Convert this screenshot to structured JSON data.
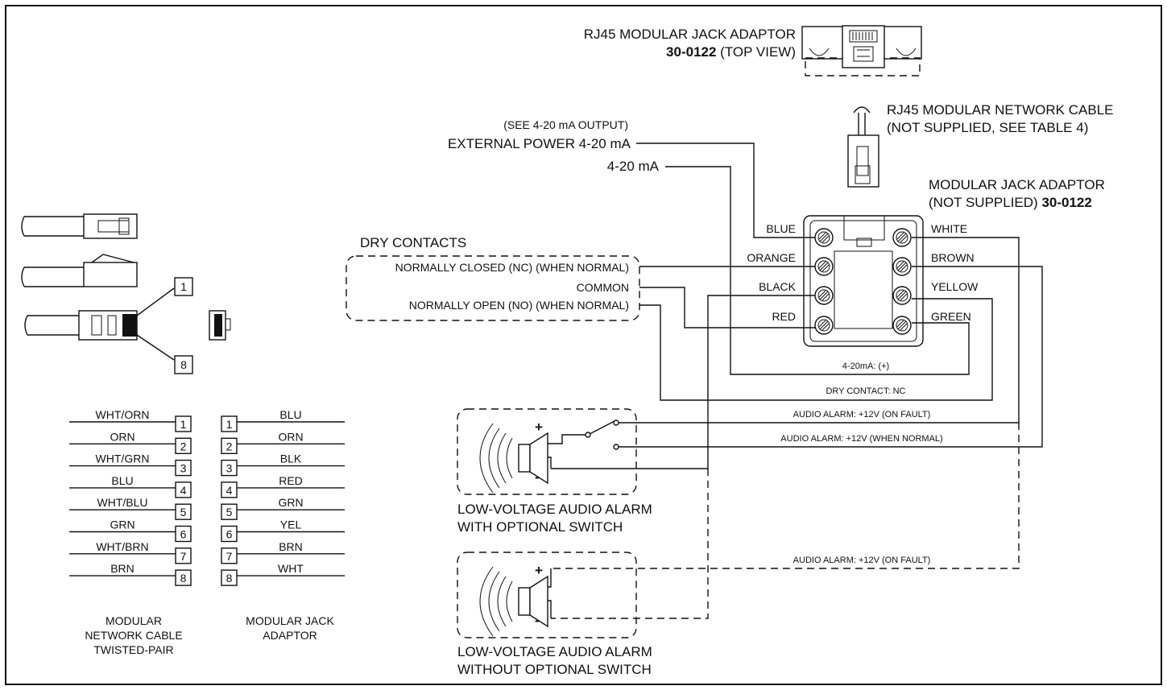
{
  "top_adaptor": {
    "title": "RJ45 MODULAR JACK ADAPTOR",
    "part": "30-0122",
    "view": "(TOP VIEW)"
  },
  "network_cable": {
    "line1": "RJ45 MODULAR NETWORK CABLE",
    "line2": "(NOT SUPPLIED, SEE TABLE 4)"
  },
  "jack_adaptor": {
    "line1": "MODULAR JACK ADAPTOR",
    "line2": "(NOT SUPPLIED)",
    "part": "30-0122"
  },
  "inputs": {
    "see_note": "(SEE 4-20 mA OUTPUT)",
    "external_power": "EXTERNAL POWER 4-20 mA",
    "ma": "4-20 mA"
  },
  "dry_contacts": {
    "title": "DRY CONTACTS",
    "nc": "NORMALLY CLOSED (NC) (WHEN NORMAL)",
    "common": "COMMON",
    "no": "NORMALLY OPEN (NO) (WHEN NORMAL)"
  },
  "terminals": {
    "left": [
      "BLUE",
      "ORANGE",
      "BLACK",
      "RED"
    ],
    "right": [
      "WHITE",
      "BROWN",
      "YELLOW",
      "GREEN"
    ]
  },
  "wire_labels": {
    "ma_plus": "4-20mA: (+)",
    "dry_nc": "DRY CONTACT: NC",
    "alarm_fault": "AUDIO ALARM: +12V (ON FAULT)",
    "alarm_normal": "AUDIO ALARM: +12V (WHEN NORMAL)",
    "alarm_fault2": "AUDIO ALARM: +12V (ON FAULT)"
  },
  "alarm1": {
    "line1": "LOW-VOLTAGE AUDIO ALARM",
    "line2": "WITH OPTIONAL SWITCH",
    "plus": "+",
    "minus": "-"
  },
  "alarm2": {
    "line1": "LOW-VOLTAGE AUDIO ALARM",
    "line2": "WITHOUT OPTIONAL SWITCH",
    "plus": "+",
    "minus": "-"
  },
  "plug_pins": {
    "first": "1",
    "last": "8"
  },
  "pin_table": {
    "cable_colors": [
      "WHT/ORN",
      "ORN",
      "WHT/GRN",
      "BLU",
      "WHT/BLU",
      "GRN",
      "WHT/BRN",
      "BRN"
    ],
    "pin_numbers": [
      "1",
      "2",
      "3",
      "4",
      "5",
      "6",
      "7",
      "8"
    ],
    "adaptor_colors": [
      "BLU",
      "ORN",
      "BLK",
      "RED",
      "GRN",
      "YEL",
      "BRN",
      "WHT"
    ]
  },
  "captions": {
    "cable": [
      "MODULAR",
      "NETWORK CABLE",
      "TWISTED-PAIR"
    ],
    "adaptor": [
      "MODULAR JACK",
      "ADAPTOR"
    ]
  },
  "colors": {
    "ink": "#111111",
    "paper": "#ffffff"
  }
}
